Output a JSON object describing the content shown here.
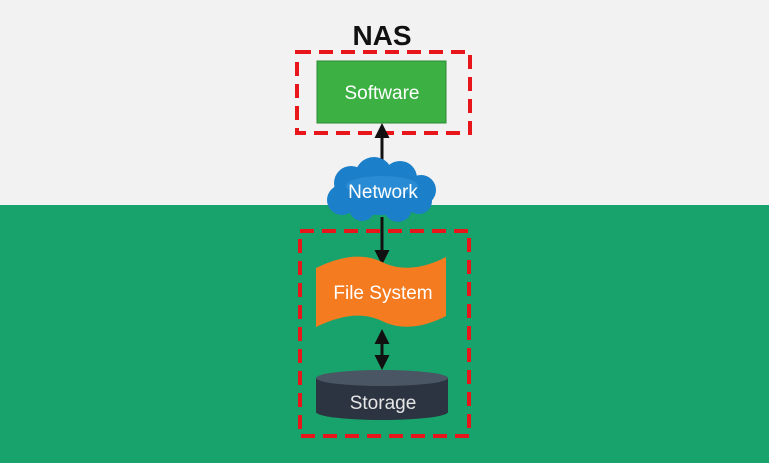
{
  "title": "NAS",
  "nodes": {
    "software": "Software",
    "network": "Network",
    "file_system": "File System",
    "storage": "Storage"
  },
  "colors": {
    "top_background": "#f2f2f2",
    "bottom_background": "#17a36b",
    "software_fill": "#3cb043",
    "network_fill": "#1c7fc9",
    "file_system_fill": "#f47b20",
    "storage_fill": "#2b3440",
    "dashed_border": "#e8161b",
    "arrow": "#111111"
  }
}
